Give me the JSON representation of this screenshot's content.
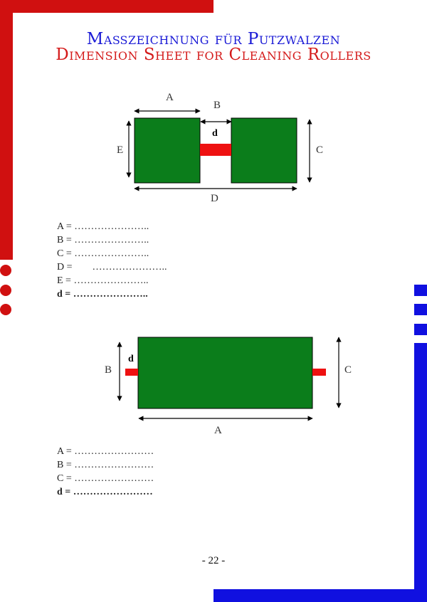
{
  "title_de": "Maßzeichnung für Putzwalzen",
  "title_en": "Dimension Sheet for Cleaning Rollers",
  "diagram1": {
    "labels": {
      "A": "A",
      "B": "B",
      "C": "C",
      "D": "D",
      "E": "E",
      "d": "d"
    },
    "fields": [
      "A = …………………..",
      "B = …………………..",
      "C = …………………..",
      "D =        …………………..",
      "E = …………………..",
      "d = ………………….."
    ]
  },
  "diagram2": {
    "labels": {
      "A": "A",
      "B": "B",
      "C": "C",
      "d": "d"
    },
    "fields": [
      "A = ……………………",
      "B = ……………………",
      "C = ……………………",
      "d = ……………………"
    ]
  },
  "page_number": "- 22 -",
  "colors": {
    "red_accent": "#d01010",
    "blue_accent": "#1010e0",
    "roller_green": "#0b7d1b",
    "shaft_red": "#ee1111",
    "title_blue": "#1a1ad6",
    "title_red": "#d41a1a"
  }
}
